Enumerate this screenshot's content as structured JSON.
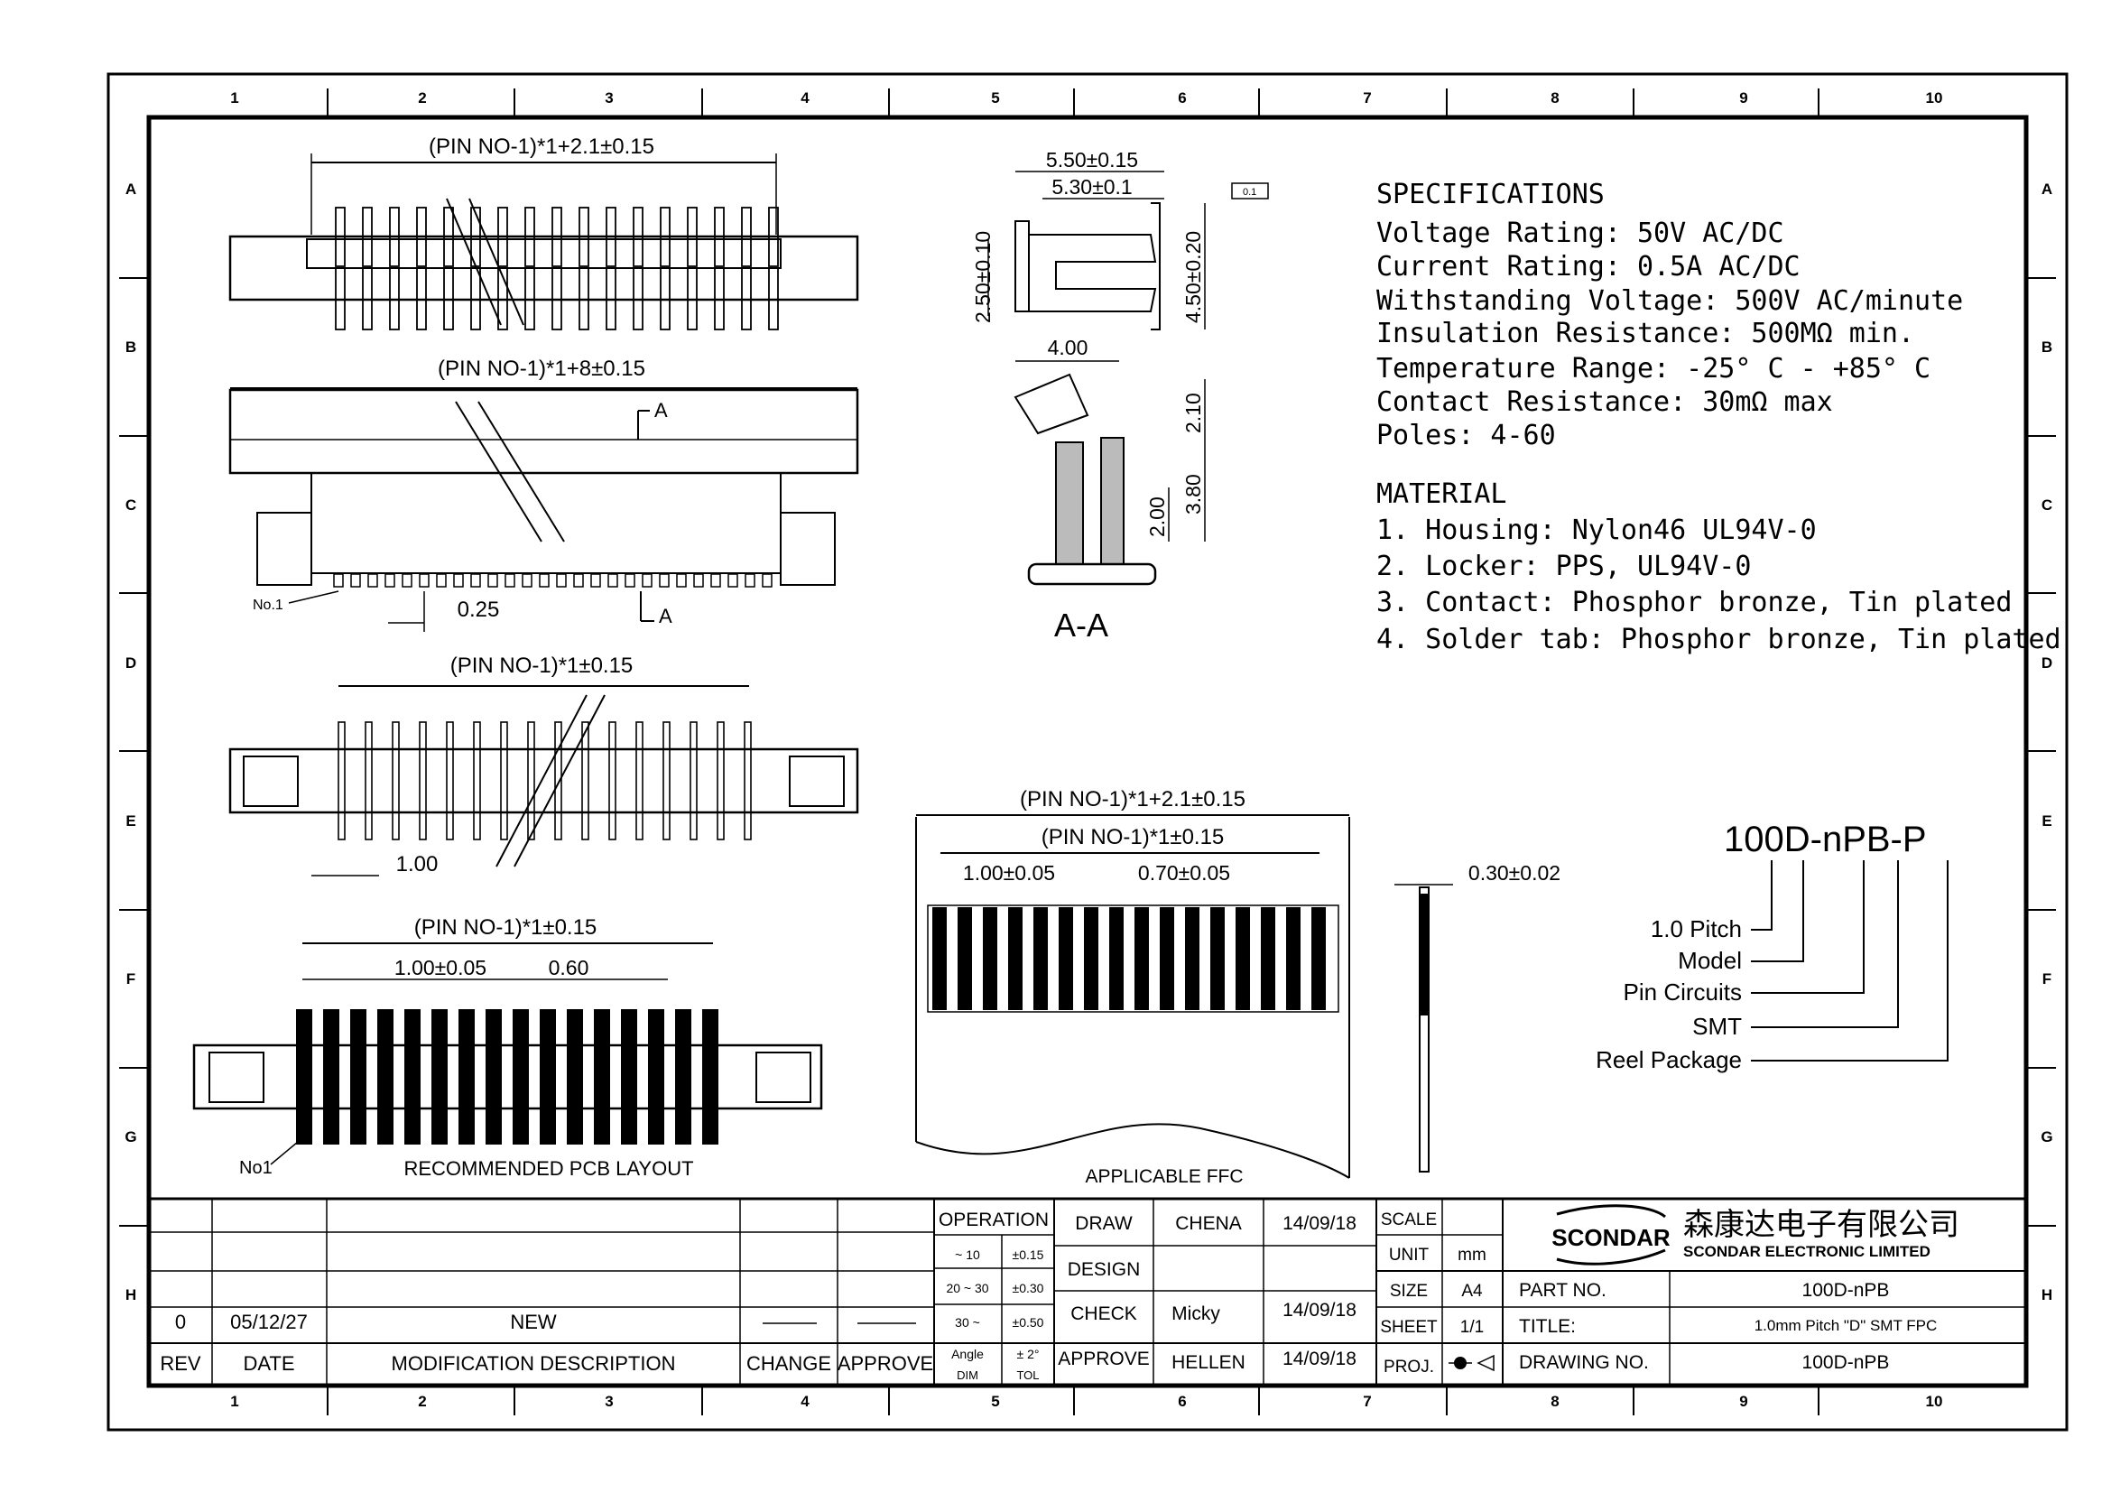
{
  "frame": {
    "columns": [
      "1",
      "2",
      "3",
      "4",
      "5",
      "6",
      "7",
      "8",
      "9",
      "10"
    ],
    "rows": [
      "A",
      "B",
      "C",
      "D",
      "E",
      "F",
      "G",
      "H"
    ]
  },
  "top_view": {
    "dim": "(PIN NO-1)*1+2.1±0.15"
  },
  "side_view": {
    "dim": "(PIN NO-1)*1+8±0.15",
    "section_marker": "A",
    "no1": "No.1",
    "pitch_dim": "0.25"
  },
  "bottom_view": {
    "dim": "(PIN NO-1)*1±0.15",
    "pitch_dim": "1.00"
  },
  "pcb_layout": {
    "dim": "(PIN NO-1)*1±0.15",
    "pad_dim": "1.00±0.05",
    "gap_dim": "0.60",
    "no1": "No1",
    "caption": "RECOMMENDED PCB LAYOUT"
  },
  "section_views": {
    "dim_a": "5.50±0.15",
    "dim_b": "5.30±0.1",
    "dim_c": "2.50±0.10",
    "dim_d": "4.50±0.20",
    "flatness": "0.1",
    "dim_e": "4.00",
    "dim_f": "2.10",
    "dim_g": "3.80",
    "dim_h": "2.00",
    "label": "A-A"
  },
  "specifications": {
    "title": "SPECIFICATIONS",
    "lines": [
      "Voltage Rating: 50V AC/DC",
      "Current Rating: 0.5A AC/DC",
      "Withstanding Voltage: 500V AC/minute",
      "Insulation Resistance: 500MΩ min.",
      "Temperature Range: -25° C - +85° C",
      "Contact Resistance: 30mΩ max",
      "Poles: 4-60"
    ]
  },
  "material": {
    "title": "MATERIAL",
    "lines": [
      "1. Housing: Nylon46 UL94V-0",
      "2. Locker: PPS, UL94V-0",
      "3. Contact: Phosphor bronze, Tin plated",
      "4. Solder tab: Phosphor bronze, Tin plated"
    ]
  },
  "ffc": {
    "dim_outer": "(PIN NO-1)*1+2.1±0.15",
    "dim_inner": "(PIN NO-1)*1±0.15",
    "dim_pitch": "1.00±0.05",
    "dim_width": "0.70±0.05",
    "thickness": "0.30±0.02",
    "caption": "APPLICABLE FFC"
  },
  "part_code": {
    "code": "100D-nPB-P",
    "legend": [
      "1.0 Pitch",
      "Model",
      "Pin Circuits",
      "SMT",
      "Reel Package"
    ]
  },
  "title_block": {
    "rev_row": {
      "rev": "0",
      "date": "05/12/27",
      "desc": "NEW"
    },
    "headers": {
      "rev": "REV",
      "date": "DATE",
      "desc": "MODIFICATION DESCRIPTION",
      "change": "CHANGE",
      "approve": "APPROVE"
    },
    "tolerance": {
      "title": "OPERATION",
      "rows": [
        {
          "dim": "~ 10",
          "tol": "±0.15"
        },
        {
          "dim": "20 ~ 30",
          "tol": "±0.30"
        },
        {
          "dim": "30 ~",
          "tol": "±0.50"
        },
        {
          "dim": "Angle",
          "tol": "± 2°"
        }
      ],
      "dim_label": "DIM",
      "tol_label": "TOL"
    },
    "signoff": [
      {
        "role": "DRAW",
        "name": "CHENA",
        "date": "14/09/18"
      },
      {
        "role": "DESIGN",
        "name": "",
        "date": ""
      },
      {
        "role": "CHECK",
        "name": "Micky",
        "date": "14/09/18"
      },
      {
        "role": "APPROVE",
        "name": "HELLEN",
        "date": "14/09/18"
      }
    ],
    "info": {
      "scale_label": "SCALE",
      "scale": "",
      "unit_label": "UNIT",
      "unit": "mm",
      "size_label": "SIZE",
      "size": "A4",
      "sheet_label": "SHEET",
      "sheet": "1/1",
      "proj_label": "PROJ."
    },
    "company": {
      "logo": "SCONDAR",
      "name_cn": "森康达电子有限公司",
      "name_en": "SCONDAR ELECTRONIC LIMITED"
    },
    "part_no_label": "PART NO.",
    "part_no": "100D-nPB",
    "title_label": "TITLE:",
    "title": "1.0mm Pitch \"D\" SMT FPC",
    "drawing_no_label": "DRAWING NO.",
    "drawing_no": "100D-nPB"
  }
}
